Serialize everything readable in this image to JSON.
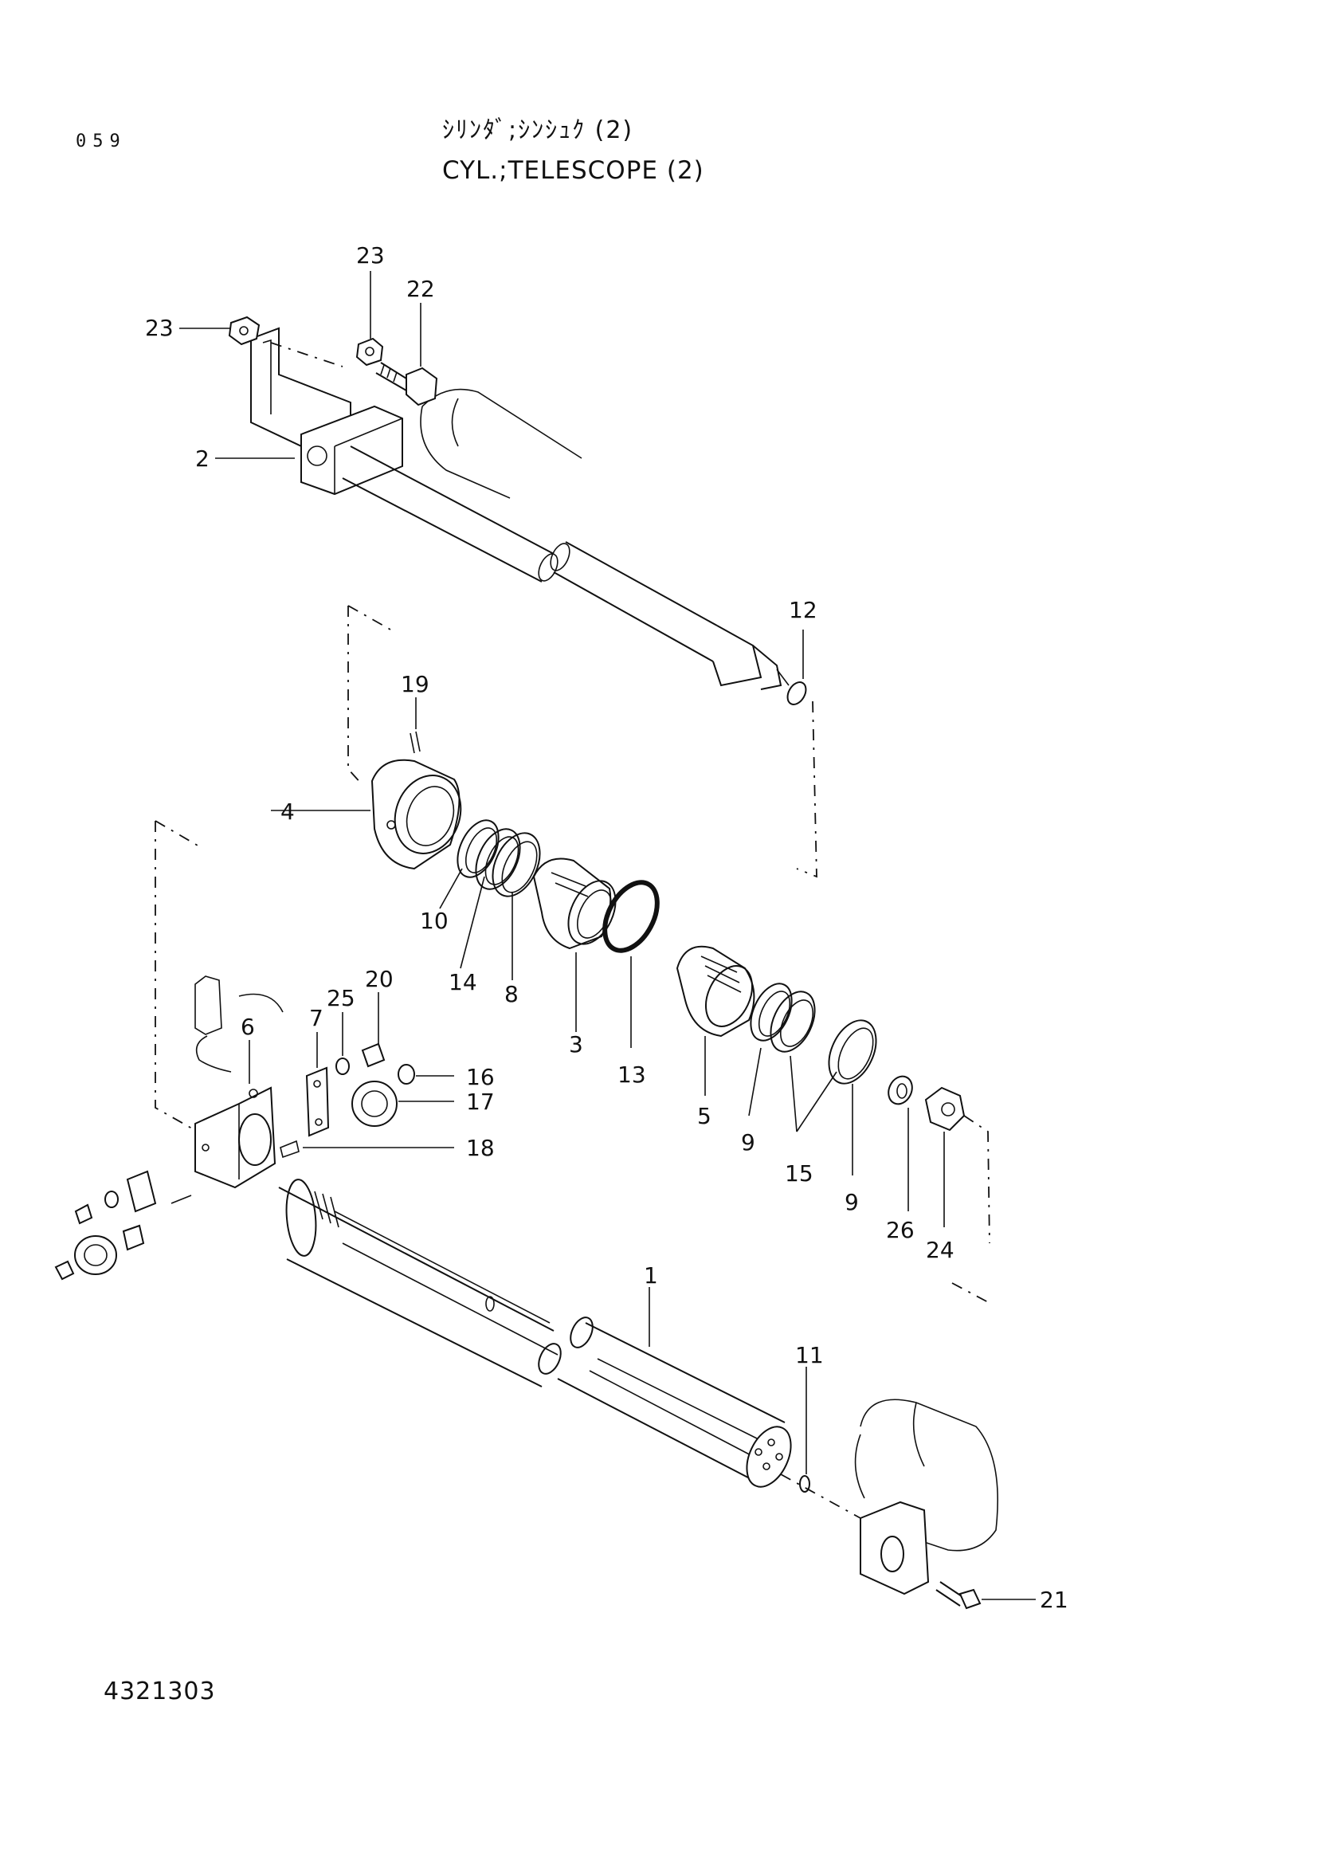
{
  "header": {
    "page_number": "059",
    "title_jp": "ｼﾘﾝﾀﾞ;ｼﾝｼｭｸ (2)",
    "title_en": "CYL.;TELESCOPE (2)"
  },
  "footer": {
    "doc_code": "4321303"
  },
  "callouts": [
    "23",
    "23",
    "22",
    "2",
    "12",
    "19",
    "4",
    "10",
    "14",
    "8",
    "3",
    "13",
    "5",
    "9",
    "15",
    "9",
    "26",
    "24",
    "20",
    "25",
    "7",
    "6",
    "16",
    "17",
    "18",
    "1",
    "11",
    "21"
  ]
}
